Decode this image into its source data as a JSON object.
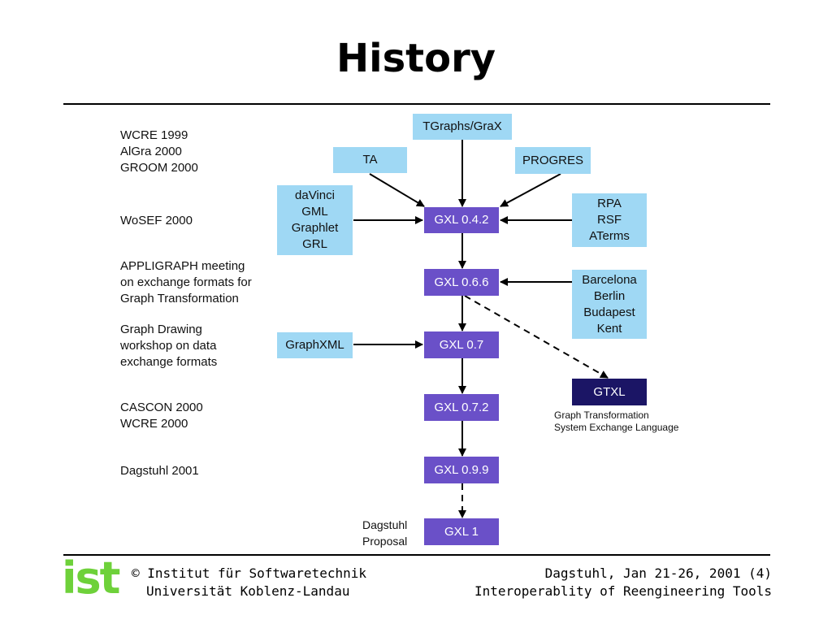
{
  "title": "History",
  "events": [
    "WCRE 1999\nAlGra 2000\nGROOM 2000",
    "WoSEF 2000",
    "APPLIGRAPH meeting\non exchange formats for\nGraph Transformation",
    "Graph Drawing\nworkshop on data\nexchange formats",
    "CASCON 2000\nWCRE 2000",
    "Dagstuhl 2001"
  ],
  "sources": {
    "tgraphs": "TGraphs/GraX",
    "ta": "TA",
    "progres": "PROGRES",
    "davinci_group": "daVinci\nGML\nGraphlet\nGRL",
    "rpa_group": "RPA\nRSF\nATerms",
    "cities_group": "Barcelona\nBerlin\nBudapest\nKent",
    "graphxml": "GraphXML"
  },
  "versions": [
    "GXL 0.4.2",
    "GXL 0.6.6",
    "GXL 0.7",
    "GXL 0.7.2",
    "GXL 0.9.9",
    "GXL 1"
  ],
  "gtxl": {
    "label": "GTXL",
    "caption": "Graph Transformation\nSystem Exchange Language"
  },
  "proposal_label": "Dagstuhl\nProposal",
  "colors": {
    "source_box": "#9fd8f4",
    "version_box": "#6a50c8",
    "gtxl_box": "#1b1565",
    "logo": "#6ed13a"
  },
  "footer": {
    "logo_text": "ist",
    "left_line1": "© Institut für Softwaretechnik",
    "left_line2": "Universität Koblenz-Landau",
    "right_line1": "Dagstuhl, Jan 21-26, 2001  (4)",
    "right_line2": "Interoperablity of Reengineering Tools"
  }
}
